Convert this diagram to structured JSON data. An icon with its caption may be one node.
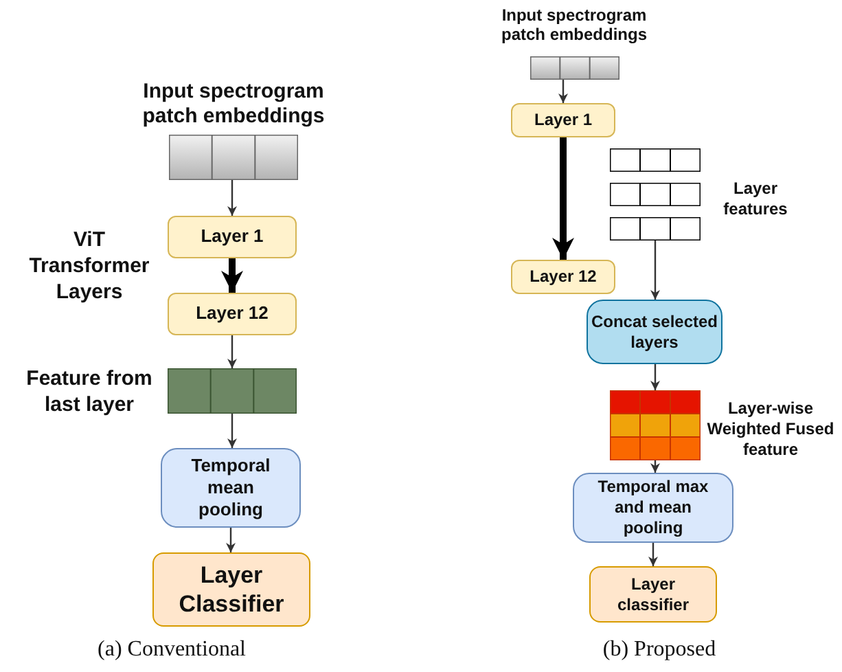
{
  "diagram": {
    "nodes": [
      {
        "text": [
          "Input spectrogram patch embeddings"
        ]
      },
      {
        "text": [
          "Layer 1"
        ]
      },
      {
        "text": [
          "Layer 12"
        ]
      },
      {
        "text": [],
        "shape": "bar",
        "beside": [
          "Feature from last layer"
        ]
      },
      {
        "text": [
          "Temporal mean pooling"
        ]
      },
      {
        "text": [
          "Layer Classifier"
        ]
      },
      {
        "text": [
          "Input spectrogram patch embeddings"
        ]
      },
      {
        "text": [
          "Layer 1"
        ]
      },
      {
        "text": [
          "Layer 12"
        ]
      },
      {
        "text": [],
        "shape": "bar"
      },
      {
        "text": [],
        "shape": "bar"
      },
      {
        "text": [],
        "shape": "bar"
      },
      {
        "text": [
          "Concat selected layers"
        ]
      },
      {
        "text": [],
        "shape": "bar",
        "beside": [
          "Layer-wise Weighted Fused feature"
        ]
      },
      {
        "text": [
          "Temporal max and mean pooling"
        ]
      },
      {
        "text": [
          "Layer classifier"
        ]
      }
    ],
    "edges": [
      {
        "from": 0,
        "to": 1,
        "arrow": "to"
      },
      {
        "from": 1,
        "to": 2,
        "arrow": "to",
        "style": "thick"
      },
      {
        "from": 2,
        "to": 3,
        "arrow": "to"
      },
      {
        "from": 3,
        "to": 4,
        "arrow": "to"
      },
      {
        "from": 4,
        "to": 5,
        "arrow": "to"
      },
      {
        "from": 6,
        "to": 7,
        "arrow": "to"
      },
      {
        "from": 7,
        "to": 8,
        "arrow": "to",
        "style": "thick"
      },
      {
        "from": 11,
        "to": 12,
        "arrow": "to"
      },
      {
        "from": 12,
        "to": 13,
        "arrow": "to"
      },
      {
        "from": 13,
        "to": 14,
        "arrow": "to"
      },
      {
        "from": 14,
        "to": 15,
        "arrow": "to"
      }
    ],
    "labels": [
      "ViT Transformer Layers",
      "Layer features",
      "(a) Conventional",
      "(b) Proposed"
    ]
  }
}
